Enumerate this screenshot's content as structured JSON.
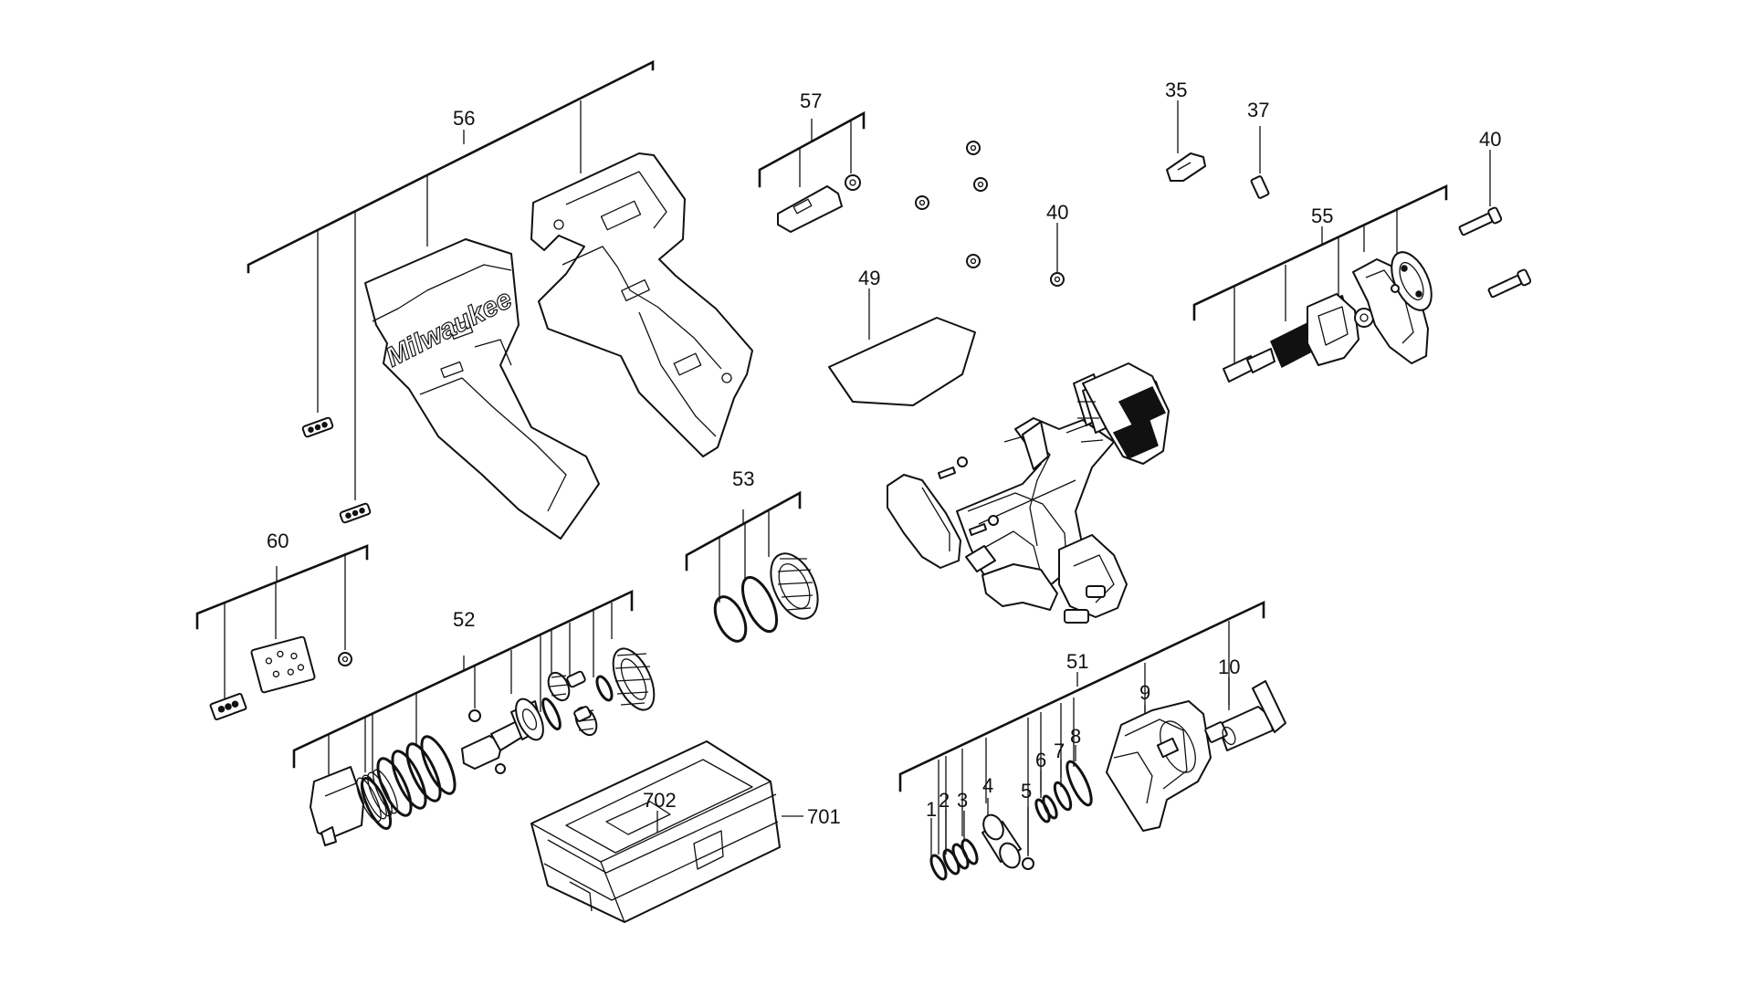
{
  "diagram": {
    "callouts": {
      "c1": "1",
      "c2": "2",
      "c3": "3",
      "c4": "4",
      "c5": "5",
      "c6": "6",
      "c7": "7",
      "c8": "8",
      "c9": "9",
      "c10": "10",
      "c35": "35",
      "c37": "37",
      "c40a": "40",
      "c40b": "40",
      "c49": "49",
      "c51": "51",
      "c52": "52",
      "c53": "53",
      "c55": "55",
      "c56": "56",
      "c57": "57",
      "c60": "60",
      "c701": "701",
      "c702": "702"
    },
    "housing_logo": "Milwaukee",
    "colors": {
      "ink": "#111111",
      "paper": "#ffffff"
    }
  }
}
